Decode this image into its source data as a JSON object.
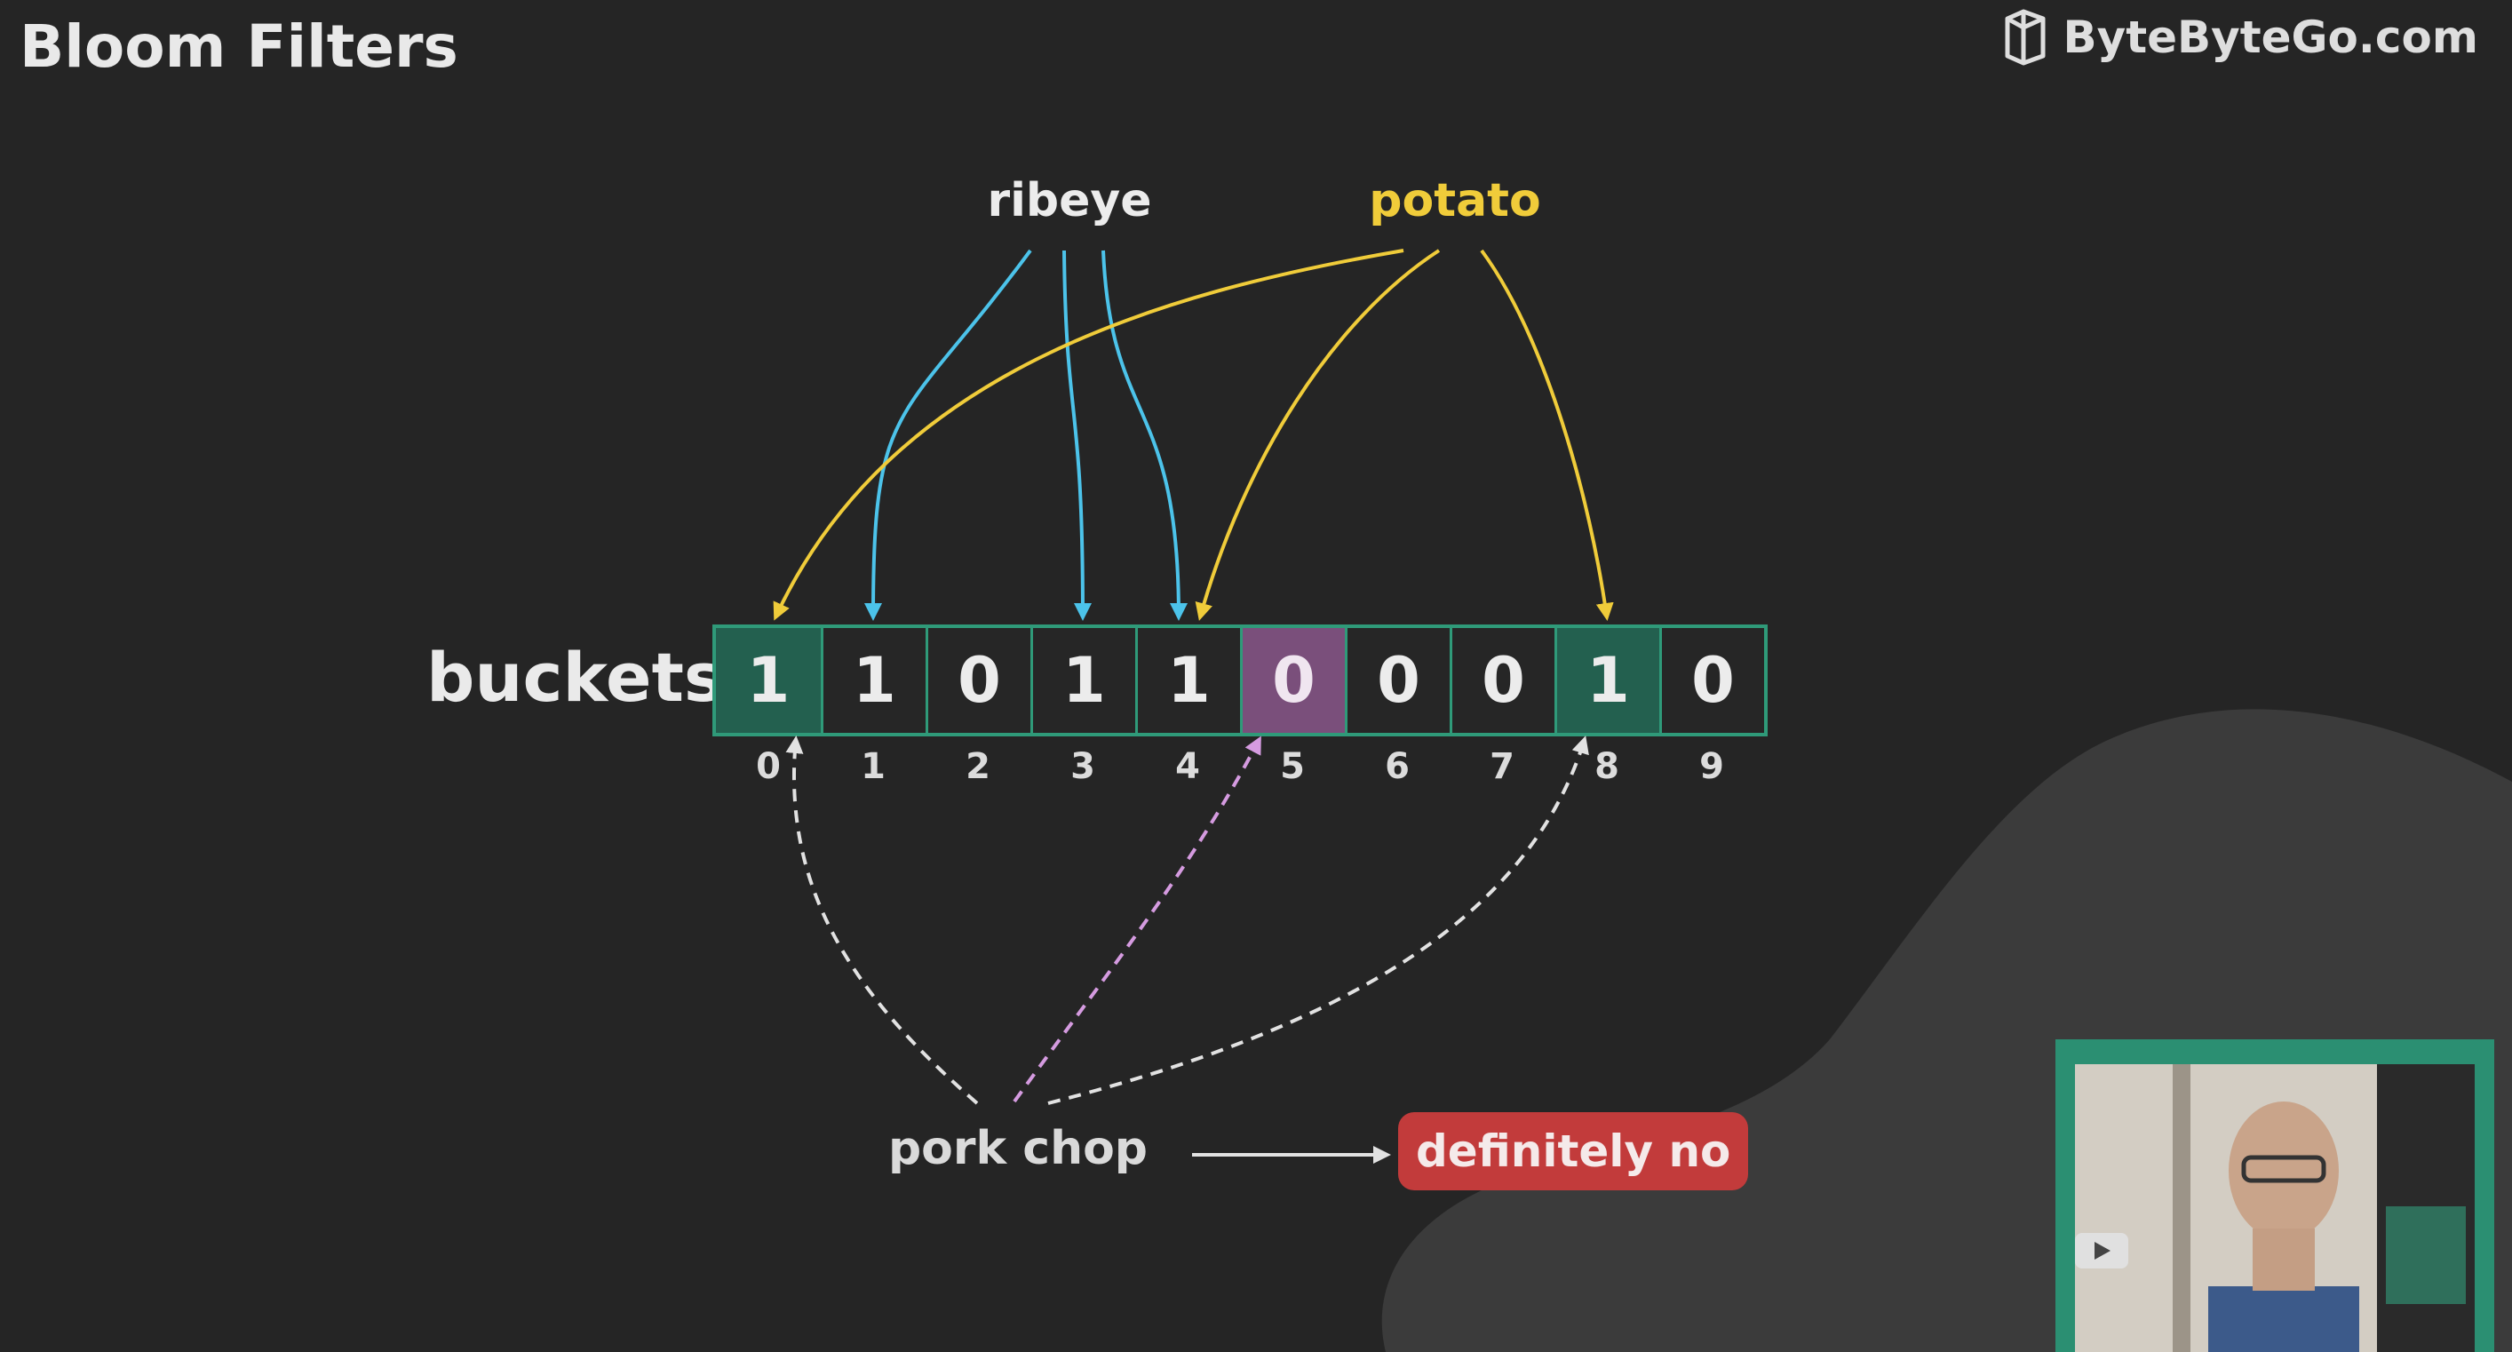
{
  "header": {
    "title": "Bloom Filters",
    "brand": "ByteByteGo.com"
  },
  "diagram": {
    "row_label": "buckets",
    "buckets": [
      {
        "index": "0",
        "value": "1",
        "state": "set"
      },
      {
        "index": "1",
        "value": "1",
        "state": "plain"
      },
      {
        "index": "2",
        "value": "0",
        "state": "plain"
      },
      {
        "index": "3",
        "value": "1",
        "state": "plain"
      },
      {
        "index": "4",
        "value": "1",
        "state": "plain"
      },
      {
        "index": "5",
        "value": "0",
        "state": "checked"
      },
      {
        "index": "6",
        "value": "0",
        "state": "plain"
      },
      {
        "index": "7",
        "value": "0",
        "state": "plain"
      },
      {
        "index": "8",
        "value": "1",
        "state": "set"
      },
      {
        "index": "9",
        "value": "0",
        "state": "plain"
      }
    ],
    "inserted": [
      {
        "label": "ribeye",
        "color": "#ececec",
        "arrow_color": "#4cc3ea",
        "hashes_to": [
          "1",
          "3",
          "4"
        ]
      },
      {
        "label": "potato",
        "color": "#f0cc3a",
        "arrow_color": "#f0cc3a",
        "hashes_to": [
          "0",
          "4",
          "8"
        ]
      }
    ],
    "query": {
      "label": "pork chop",
      "hashes_to": [
        "0",
        "5",
        "8"
      ],
      "result": "definitely no",
      "result_color": "#c23b3b"
    }
  },
  "colors": {
    "background": "#252525",
    "bucket_border": "#2f9a79",
    "bucket_set": "#23604f",
    "bucket_checked": "#7a4f7b",
    "query_arrow": "#e2e2e2",
    "query_miss_arrow": "#d59be0"
  }
}
